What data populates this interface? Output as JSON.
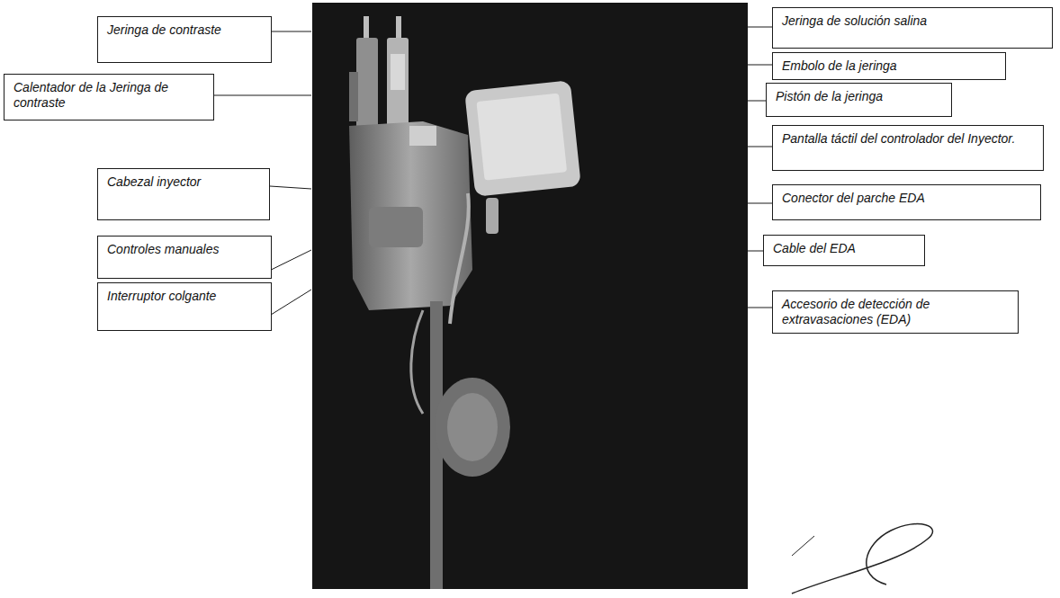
{
  "diagram": {
    "nodes": [
      {
        "text": [
          "Jeringa de solución salina"
        ]
      },
      {
        "text": [
          "Jeringa de contraste"
        ]
      },
      {
        "text": [
          "Embolo de la jeringa"
        ]
      },
      {
        "text": [
          "Calentador de la Jeringa de contraste"
        ]
      },
      {
        "text": [
          "Pistón de la jeringa"
        ]
      },
      {
        "text": [
          "Pantalla táctil del controlador del Inyector."
        ]
      },
      {
        "text": [
          "Cabezal inyector"
        ]
      },
      {
        "text": [
          "Conector del parche EDA"
        ]
      },
      {
        "text": [
          "Controles manuales"
        ]
      },
      {
        "text": [
          "Cable del EDA"
        ]
      },
      {
        "text": [
          "Accesorio de detección de extravasaciones (EDA)"
        ]
      },
      {
        "text": [
          "Interruptor colgante"
        ]
      }
    ]
  }
}
